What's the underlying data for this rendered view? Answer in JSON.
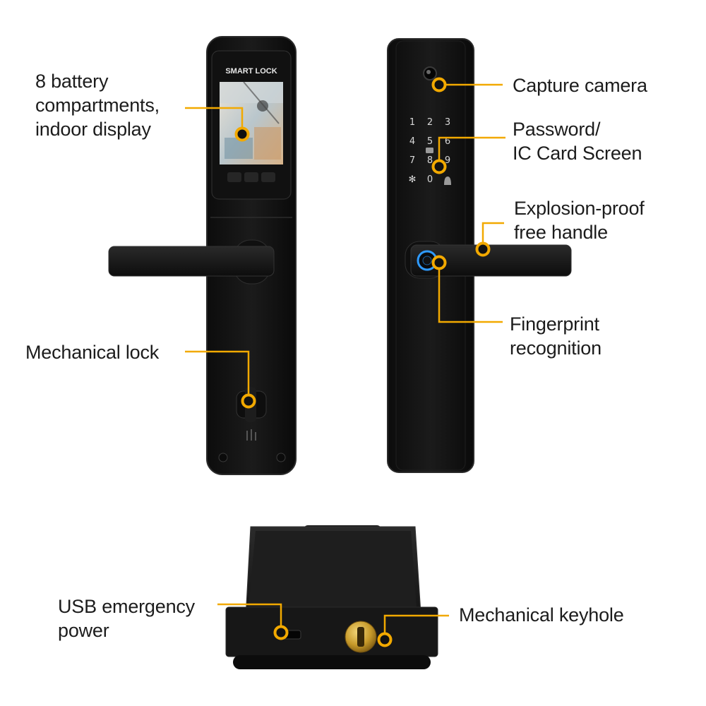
{
  "colors": {
    "accent": "#f2a900",
    "lock_body": "#141414",
    "lock_edge": "#262626",
    "key_brass": "#c79a2a"
  },
  "screen": {
    "title": "SMART LOCK"
  },
  "keypad": {
    "keys": [
      "1",
      "2",
      "3",
      "4",
      "5",
      "6",
      "7",
      "8",
      "9",
      "✻",
      "0",
      ""
    ]
  },
  "callouts": {
    "battery_display": [
      "8 battery",
      "compartments,",
      "indoor display"
    ],
    "mechanical_lock": [
      "Mechanical lock"
    ],
    "capture_camera": [
      "Capture camera"
    ],
    "password_screen": [
      "Password/",
      "IC Card Screen"
    ],
    "handle": [
      "Explosion-proof",
      "free handle"
    ],
    "fingerprint": [
      "Fingerprint",
      "recognition"
    ],
    "usb_power": [
      "USB emergency",
      "power"
    ],
    "keyhole": [
      "Mechanical keyhole"
    ]
  }
}
